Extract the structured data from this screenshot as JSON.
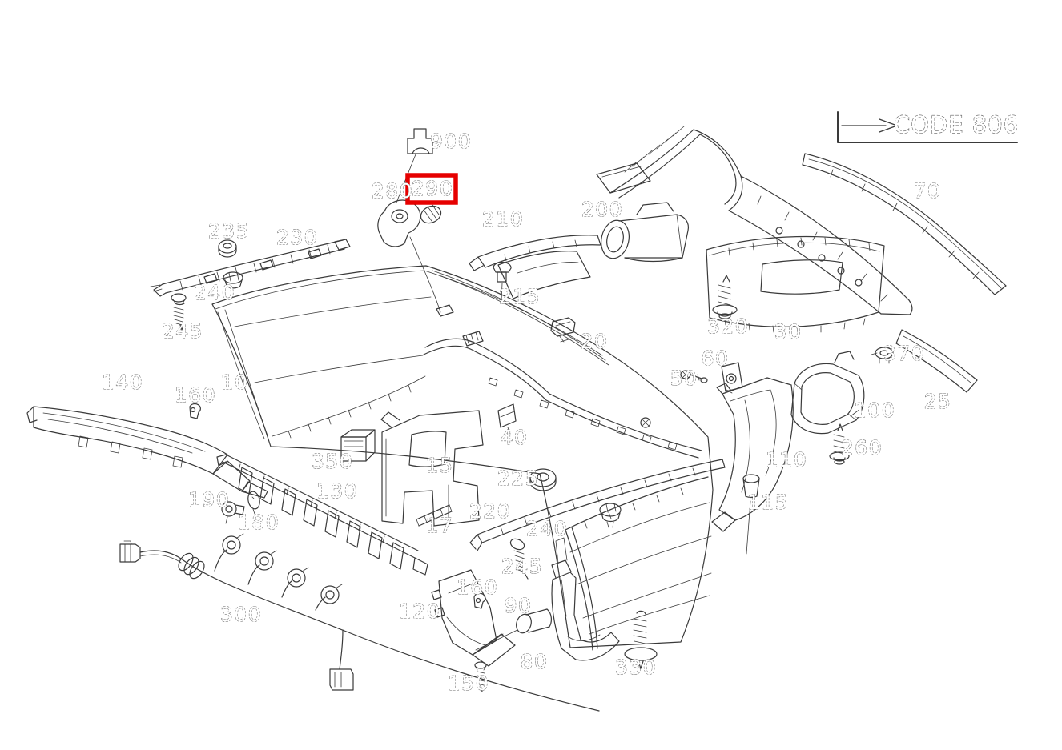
{
  "colors": {
    "background": "#ffffff",
    "line": "#3a3a3a",
    "label_outline": "#6e6e6e",
    "highlight": "#e60000"
  },
  "code_box": {
    "label": "CODE 806"
  },
  "highlighted_part": "290",
  "labels": [
    {
      "text": "900"
    },
    {
      "text": "280"
    },
    {
      "text": "290",
      "highlighted": true
    },
    {
      "text": "235"
    },
    {
      "text": "230"
    },
    {
      "text": "240"
    },
    {
      "text": "245"
    },
    {
      "text": "210"
    },
    {
      "text": "215"
    },
    {
      "text": "200"
    },
    {
      "text": "70"
    },
    {
      "text": "320"
    },
    {
      "text": "30"
    },
    {
      "text": "370"
    },
    {
      "text": "25"
    },
    {
      "text": "20"
    },
    {
      "text": "140"
    },
    {
      "text": "160"
    },
    {
      "text": "10"
    },
    {
      "text": "50"
    },
    {
      "text": "60"
    },
    {
      "text": "100"
    },
    {
      "text": "260"
    },
    {
      "text": "110"
    },
    {
      "text": "115"
    },
    {
      "text": "350"
    },
    {
      "text": "15"
    },
    {
      "text": "130"
    },
    {
      "text": "40"
    },
    {
      "text": "225"
    },
    {
      "text": "220"
    },
    {
      "text": "240"
    },
    {
      "text": "17"
    },
    {
      "text": "245"
    },
    {
      "text": "190"
    },
    {
      "text": "180"
    },
    {
      "text": "300"
    },
    {
      "text": "120"
    },
    {
      "text": "160"
    },
    {
      "text": "90"
    },
    {
      "text": "80"
    },
    {
      "text": "150"
    },
    {
      "text": "330"
    }
  ]
}
